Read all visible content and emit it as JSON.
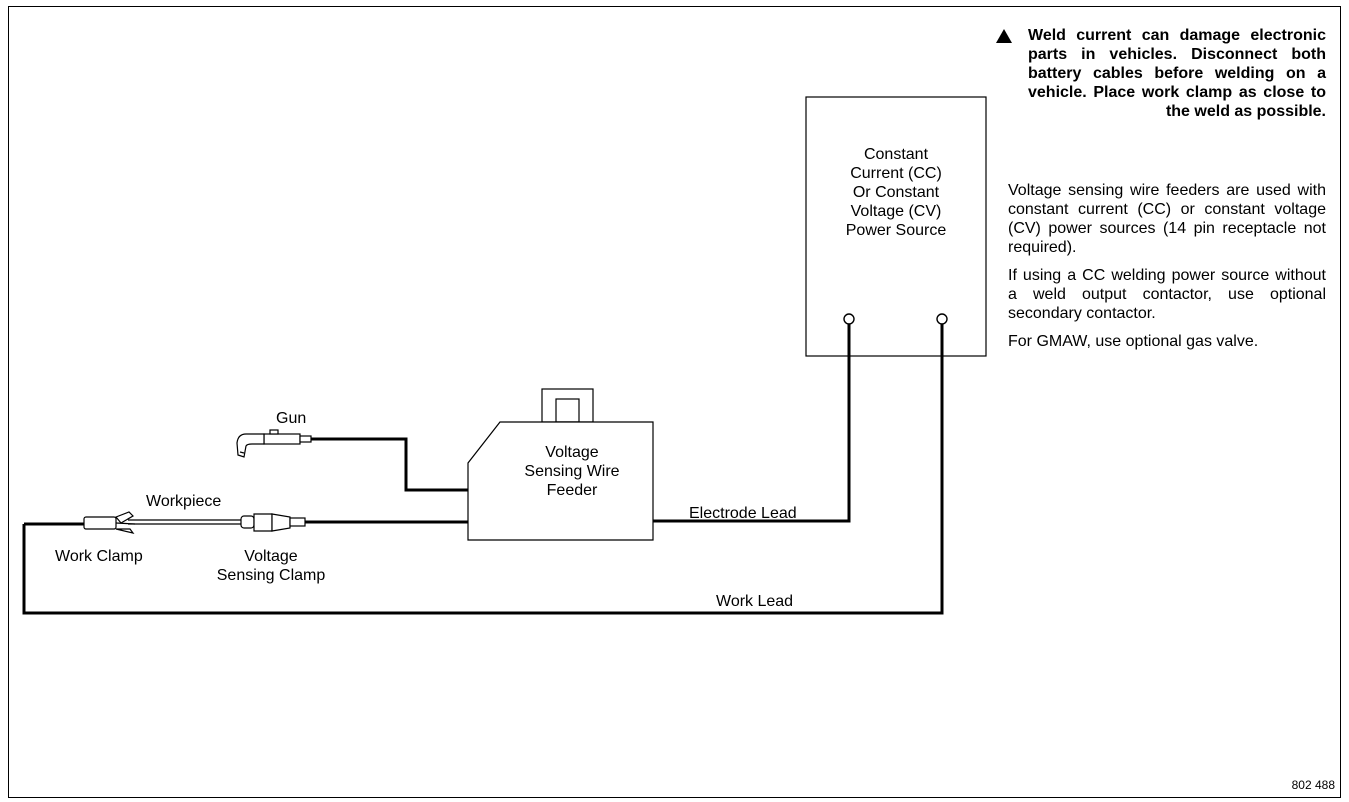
{
  "warning": {
    "icon": "warning-triangle-icon",
    "text": "Weld current can damage electronic parts in vehicles. Disconnect both battery cables before welding on a vehicle. Place work clamp as close to the weld as possible."
  },
  "notes": [
    "Voltage sensing wire feeders are used with constant current (CC) or constant voltage (CV) power sources (14 pin receptacle not required).",
    "If using a CC welding power source without a weld output contactor, use optional secondary contactor.",
    "For GMAW, use optional gas valve."
  ],
  "labels": {
    "power_source": "Constant\nCurrent (CC)\nOr Constant\nVoltage (CV)\nPower Source",
    "wire_feeder": "Voltage\nSensing Wire\nFeeder",
    "gun": "Gun",
    "workpiece": "Workpiece",
    "work_clamp": "Work Clamp",
    "voltage_sensing_clamp": "Voltage\nSensing Clamp",
    "electrode_lead": "Electrode Lead",
    "work_lead": "Work Lead"
  },
  "figure_number": "802 488"
}
